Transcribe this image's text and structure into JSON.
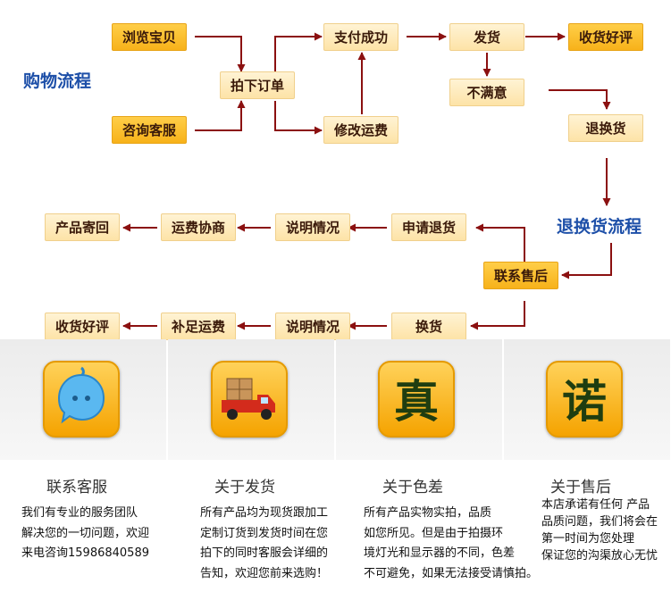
{
  "titles": {
    "shopping": "购物流程",
    "return": "退换货流程"
  },
  "flow": {
    "browse": "浏览宝贝",
    "consult": "咨询客服",
    "order": "拍下订单",
    "modify": "修改运费",
    "pay": "支付成功",
    "ship": "发货",
    "review": "收货好评",
    "unsatisfied": "不满意",
    "return_exchange": "退换货",
    "apply_return": "申请退货",
    "explain1": "说明情况",
    "freight_negotiate": "运费协商",
    "send_back": "产品寄回",
    "contact_aftersale": "联系售后",
    "exchange": "换货",
    "explain2": "说明情况",
    "add_freight": "补足运费",
    "review2": "收货好评"
  },
  "services": [
    {
      "icon": "chat-bubble-icon",
      "title": "联系客服",
      "lines": [
        "我们有专业的服务团队",
        "解决您的一切问题，欢迎",
        "来电咨询15986840589"
      ]
    },
    {
      "icon": "delivery-truck-icon",
      "title": "关于发货",
      "lines": [
        "所有产品均为现货跟加工",
        "定制订货到发货时间在您",
        "拍下的同时客服会详细的",
        "告知，欢迎您前来选购！"
      ]
    },
    {
      "icon": "zhen-char-icon",
      "glyph": "真",
      "title": "关于色差",
      "lines": [
        "所有产品实物实拍，品质",
        "如您所见。但是由于拍摄环",
        "境灯光和显示器的不同，色差",
        "不可避免，如果无法接受请慎拍。"
      ]
    },
    {
      "icon": "nuo-char-icon",
      "glyph": "诺",
      "title": "关于售后",
      "lines": [
        "本店承诺有任何 产品",
        "品质问题，我们将会在",
        "第一时间为您处理",
        "保证您的沟渠放心无忧"
      ]
    }
  ]
}
